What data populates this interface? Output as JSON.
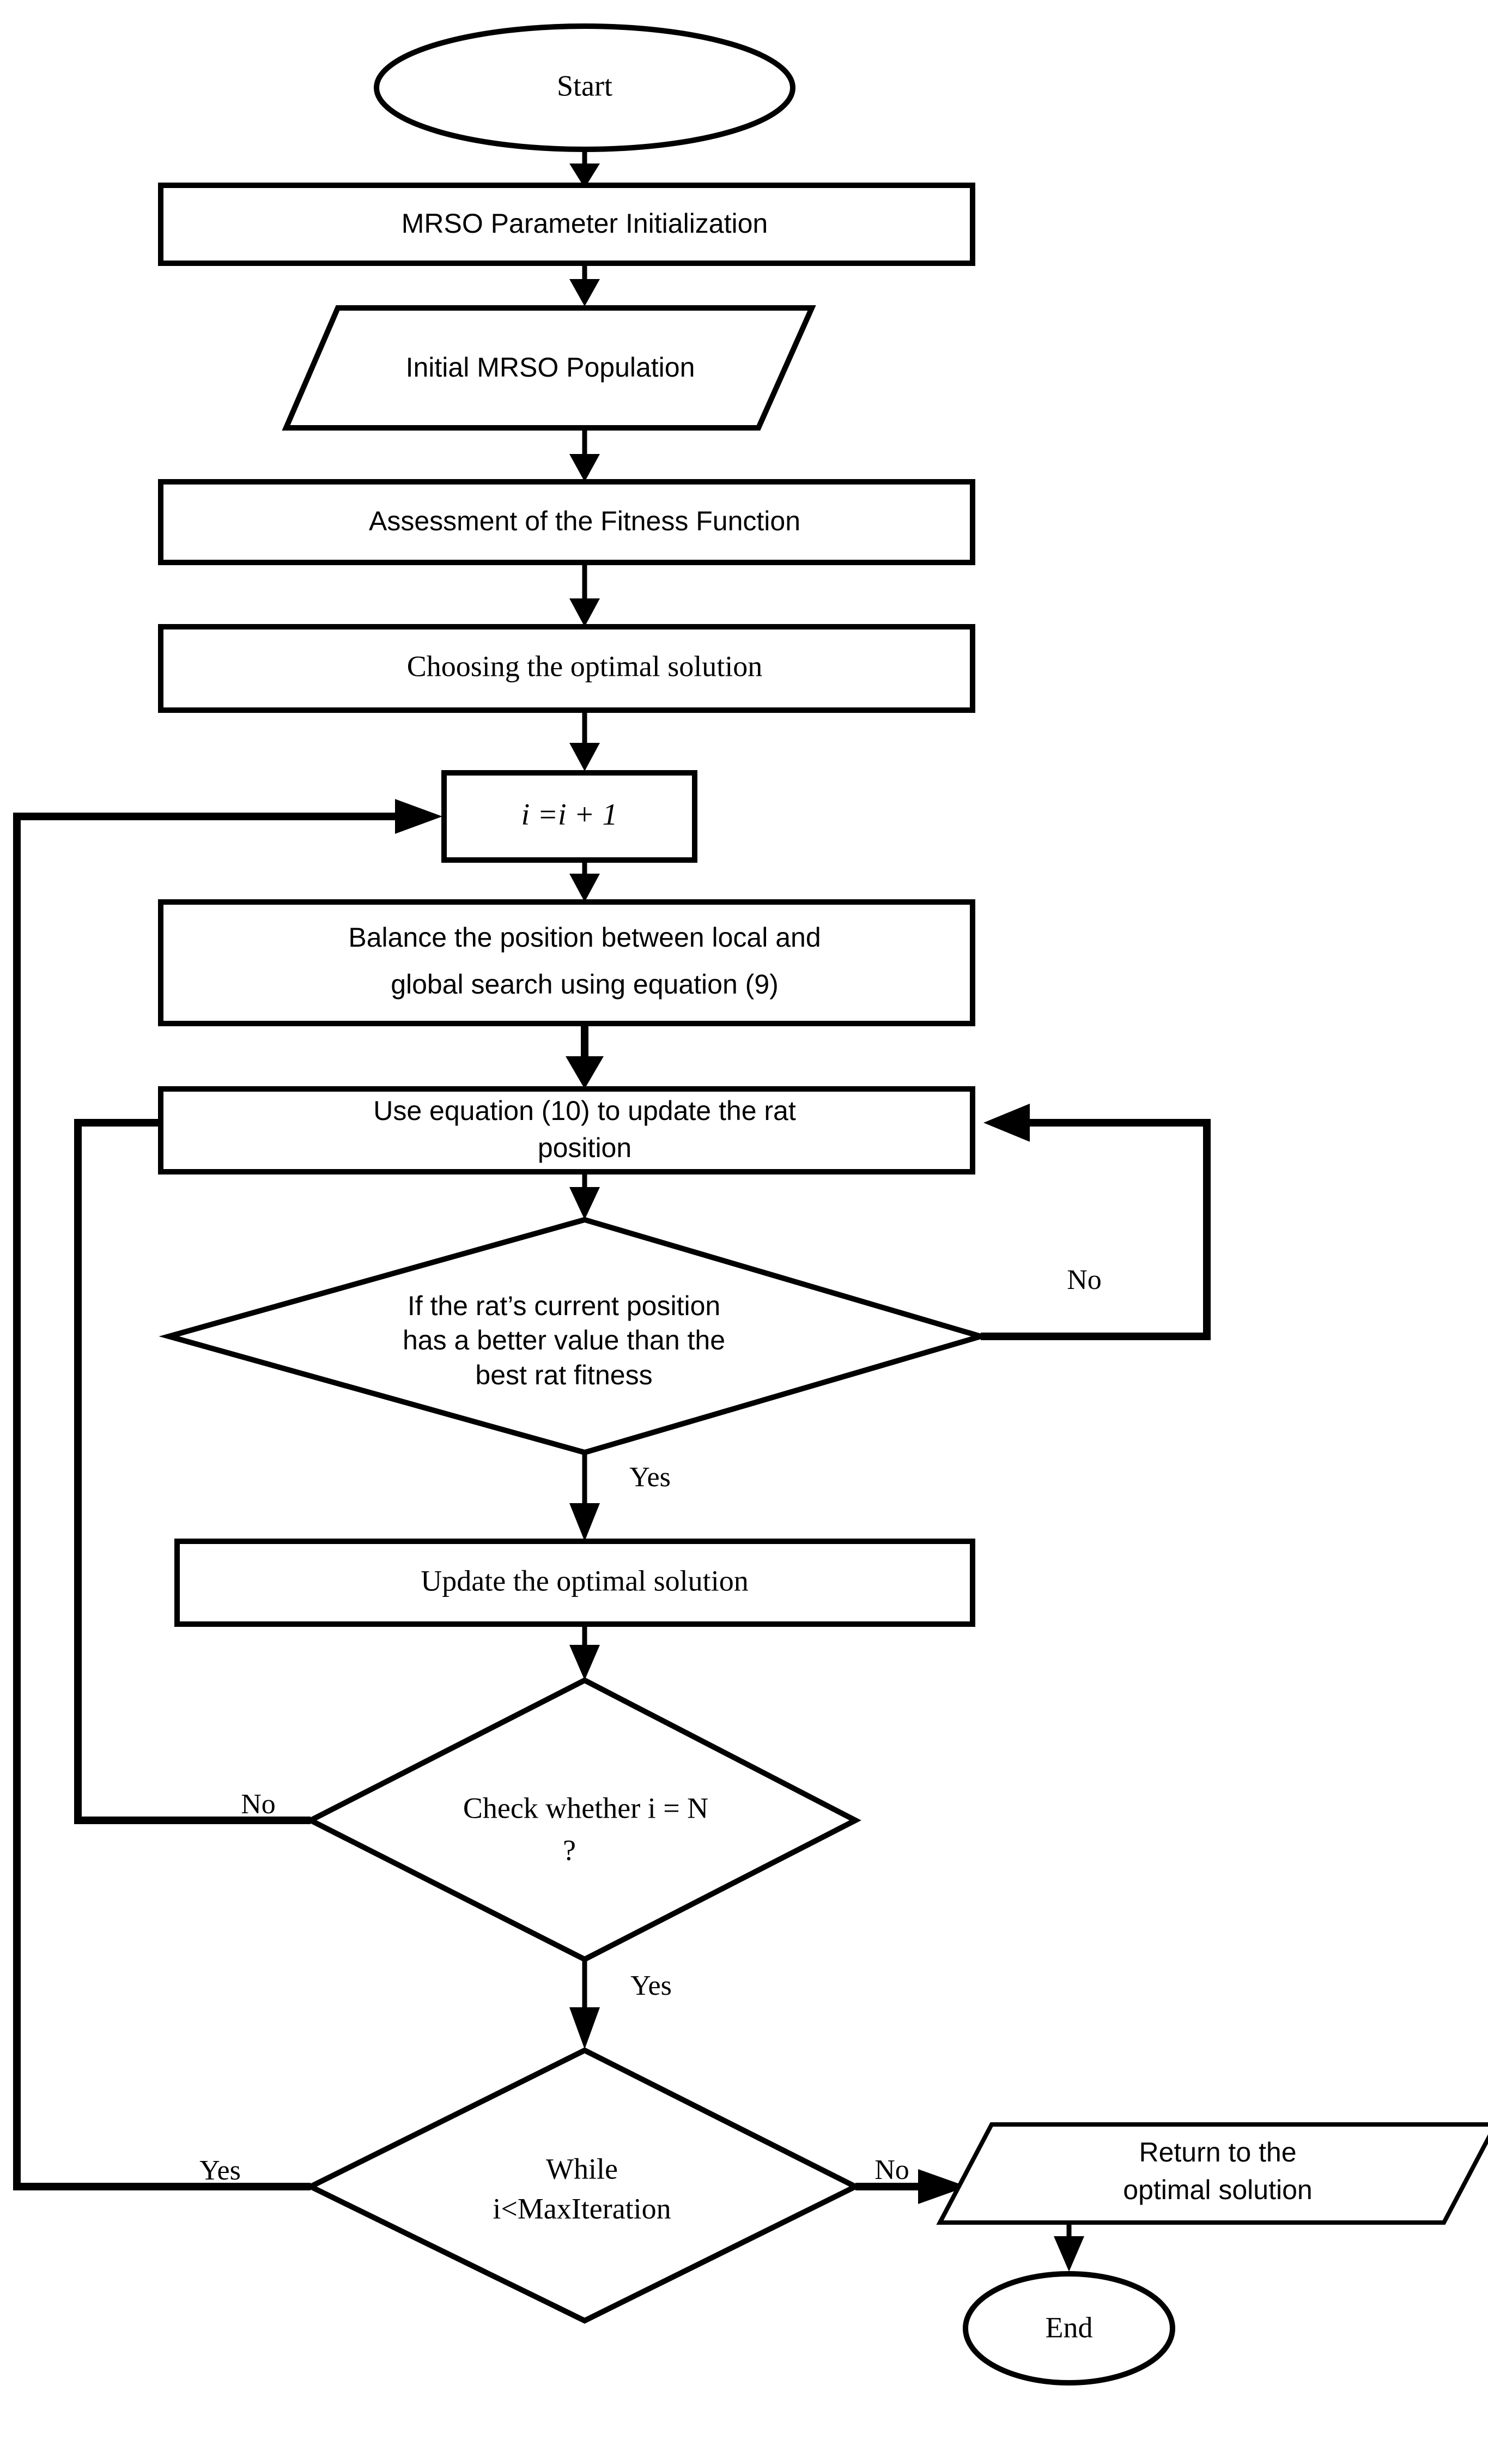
{
  "diagram": {
    "title": "MRSO optimization algorithm flowchart",
    "type": "flowchart",
    "background_color": "#ffffff",
    "line_color": "#000000",
    "text_color": "#000000"
  },
  "nodes": {
    "start": {
      "label": "Start",
      "shape": "ellipse"
    },
    "init_params": {
      "label": "MRSO Parameter Initialization",
      "shape": "process"
    },
    "init_population": {
      "label": "Initial MRSO Population",
      "shape": "parallelogram"
    },
    "fitness": {
      "label": "Assessment of the Fitness Function",
      "shape": "process"
    },
    "choose_optimal": {
      "label": "Choosing the optimal solution",
      "shape": "process"
    },
    "increment": {
      "label": "i =i + 1",
      "shape": "process"
    },
    "balance_line1": {
      "label": "Balance the position between local and",
      "shape": "process"
    },
    "balance_line2": {
      "label": "global search using equation (9)",
      "shape": "process"
    },
    "update_rat_line1": {
      "label": "Use equation (10) to update the rat",
      "shape": "process"
    },
    "update_rat_line2": {
      "label": "position",
      "shape": "process"
    },
    "decision_fitness_line1": {
      "label": "If the rat’s current position",
      "shape": "decision"
    },
    "decision_fitness_line2": {
      "label": "has a better value than the",
      "shape": "decision"
    },
    "decision_fitness_line3": {
      "label": "best rat fitness",
      "shape": "decision"
    },
    "update_optimal": {
      "label": "Update the optimal solution",
      "shape": "process"
    },
    "decision_check_line1": {
      "label": "Check whether i = N",
      "shape": "decision"
    },
    "decision_check_line2": {
      "label": "?",
      "shape": "decision"
    },
    "decision_while_line1": {
      "label": "While",
      "shape": "decision"
    },
    "decision_while_line2": {
      "label": "i<MaxIteration",
      "shape": "decision"
    },
    "return_optimal_line1": {
      "label": "Return to the",
      "shape": "parallelogram"
    },
    "return_optimal_line2": {
      "label": "optimal solution",
      "shape": "parallelogram"
    },
    "end": {
      "label": "End",
      "shape": "ellipse"
    }
  },
  "edge_labels": {
    "fitness_no": "No",
    "fitness_yes": "Yes",
    "check_no": "No",
    "check_yes": "Yes",
    "while_yes": "Yes",
    "while_no": "No"
  }
}
